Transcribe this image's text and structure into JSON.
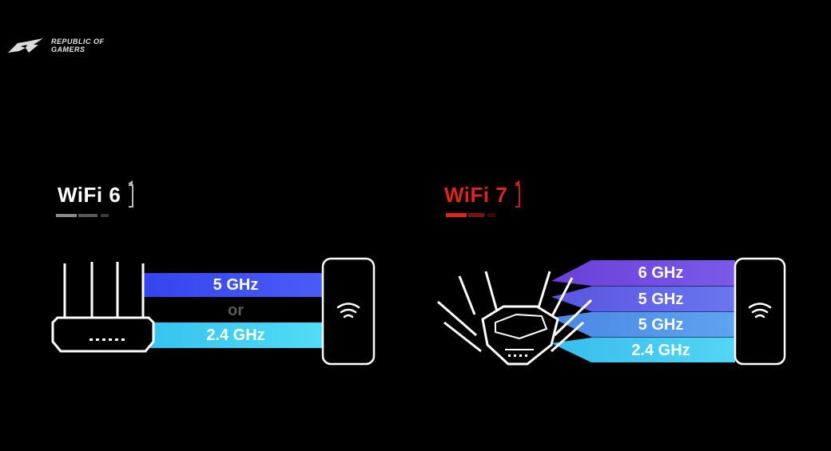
{
  "brand": {
    "text": "REPUBLIC OF\nGAMERS",
    "icon": "rog-eye-icon"
  },
  "wifi6": {
    "title": "WiFi 6",
    "accent": "#ffffff",
    "bands": [
      "5 GHz",
      "2.4 GHz"
    ],
    "separator": "or"
  },
  "wifi7": {
    "title": "WiFi 7",
    "accent": "#e0231d",
    "bands": [
      "6 GHz",
      "5 GHz",
      "5 GHz",
      "2.4 GHz"
    ]
  },
  "colors": {
    "band_5ghz_wifi6": "#3f50f2",
    "band_24ghz_wifi6": "#3ad0f0",
    "band_6ghz": "#6b47d9",
    "band_5ghz_a": "#5a63e6",
    "band_5ghz_b": "#4f8ee8",
    "band_24ghz": "#3cc6ee"
  },
  "icons": {
    "phone_signal": "wifi-signal-icon",
    "router": "router-icon"
  }
}
